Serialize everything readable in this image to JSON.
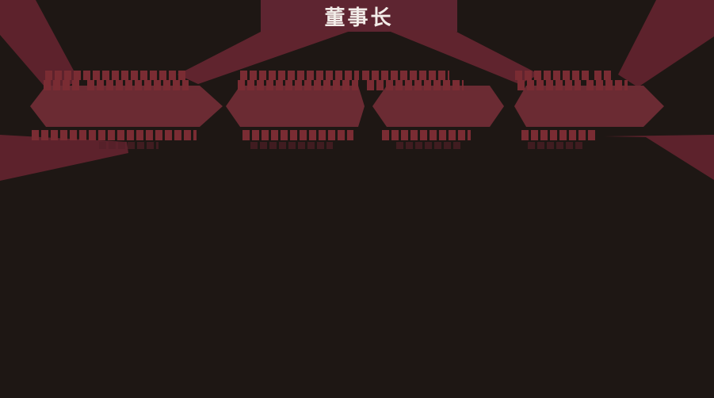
{
  "diagram": {
    "type": "organization-chart",
    "root": {
      "label": "董事长"
    },
    "level2_branch_count": 4,
    "level2_labels_legible": false
  },
  "colors": {
    "background": "#1e1714",
    "root_node_fill": "#5e2531",
    "root_text": "#f2ece8",
    "banner_fill": "#6b2b33",
    "ribbon_fill": "#5d222c",
    "beam_fill": "#60242e",
    "caption_text": "#7a2c33",
    "caption_text_faint": "#531f27"
  }
}
